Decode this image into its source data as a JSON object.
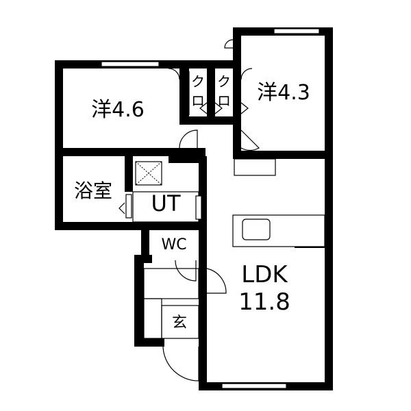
{
  "rooms": {
    "western_room_1": "洋4.6",
    "western_room_2": "洋4.3",
    "closet_1": "ク\nロ",
    "closet_2": "ク\nロ",
    "bath": "浴室",
    "utility": "UT",
    "toilet": "WC",
    "ldk_name": "LDK",
    "ldk_size": "11.8",
    "entrance": "玄"
  },
  "colors": {
    "wall": "#000000",
    "background": "#ffffff"
  }
}
